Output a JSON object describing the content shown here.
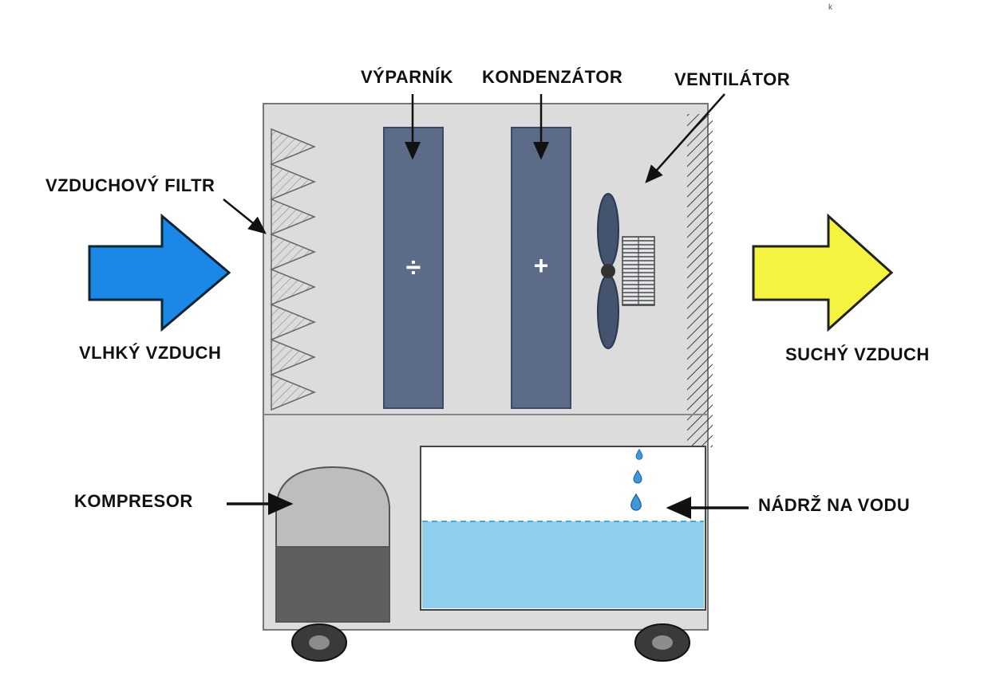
{
  "diagram": {
    "title_labels": {
      "evaporator": "VÝPARNÍK",
      "condenser": "KONDENZÁTOR",
      "fan": "VENTILÁTOR",
      "air_filter": "VZDUCHOVÝ FILTR",
      "humid_air": "VLHKÝ VZDUCH",
      "dry_air": "SUCHÝ VZDUCH",
      "compressor": "KOMPRESOR",
      "water_tank": "NÁDRŽ NA VODU"
    },
    "symbols": {
      "evaporator_sign": "÷",
      "condenser_sign": "+"
    },
    "colors": {
      "humid_arrow": "#1b87e6",
      "dry_arrow": "#f4f440",
      "coil": "#5c6b88",
      "water": "#8fd0ef",
      "cabinet": "#dcdcdc"
    },
    "artifact": "k"
  }
}
